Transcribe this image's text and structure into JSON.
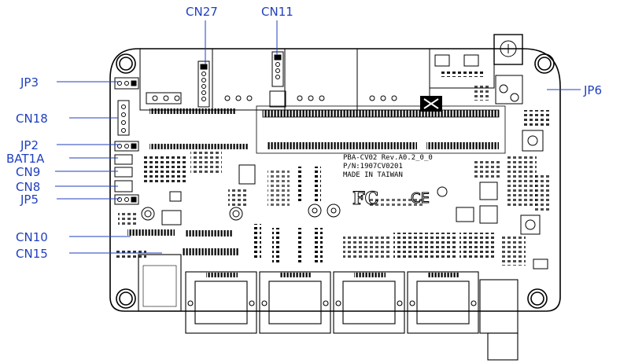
{
  "colors": {
    "callout": "#1f3fbf",
    "ink": "#000000",
    "paper": "#ffffff"
  },
  "callouts": {
    "cn27": "CN27",
    "cn11": "CN11",
    "jp3": "JP3",
    "jp6": "JP6",
    "cn18": "CN18",
    "jp2": "JP2",
    "bat1a": "BAT1A",
    "cn9": "CN9",
    "cn8": "CN8",
    "jp5": "JP5",
    "cn10": "CN10",
    "cn15": "CN15"
  },
  "silkscreen": {
    "model_line": "PBA-CV02   Rev.A0.2_0_0",
    "part_number": "P/N:1907CV0201",
    "origin": "MADE IN TAIWAN",
    "fcc_mark": "FC",
    "ce_mark": "CE"
  }
}
